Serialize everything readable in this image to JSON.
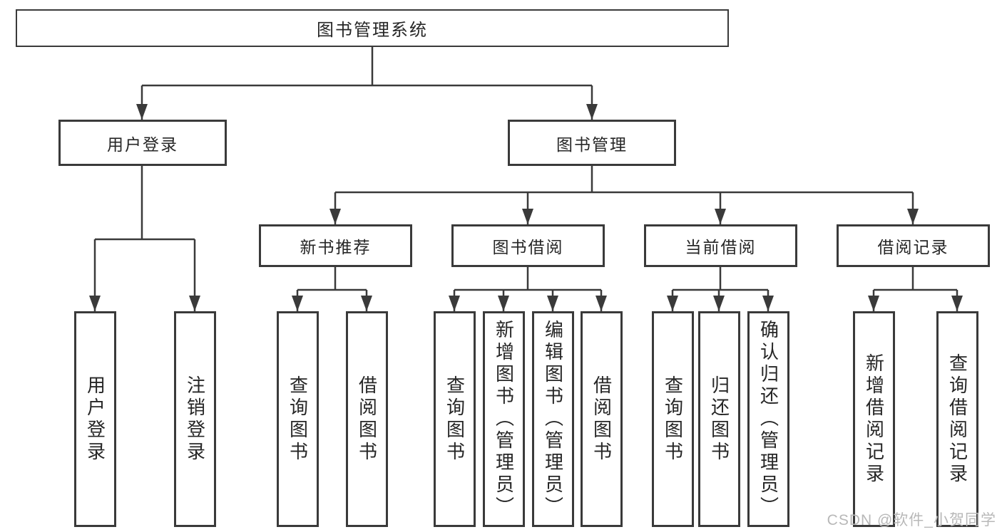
{
  "diagram": {
    "root": {
      "label": "图书管理系统"
    },
    "level2": {
      "user_login": {
        "label": "用户登录"
      },
      "book_mgmt": {
        "label": "图书管理"
      }
    },
    "level3": {
      "new_books": {
        "label": "新书推荐"
      },
      "book_borrow": {
        "label": "图书借阅"
      },
      "current_borrow": {
        "label": "当前借阅"
      },
      "borrow_records": {
        "label": "借阅记录"
      }
    },
    "leaves": {
      "login": "用户登录",
      "logout": "注销登录",
      "nb_query": "查询图书",
      "nb_borrow": "借阅图书",
      "bw_query": "查询图书",
      "bw_add": "新增图书（管理员）",
      "bw_edit": "编辑图书（管理员）",
      "bw_borrow": "借阅图书",
      "cur_query": "查询图书",
      "cur_return": "归还图书",
      "cur_confirm": "确认归还（管理员）",
      "rec_add": "新增借阅记录",
      "rec_query": "查询借阅记录"
    },
    "watermark": "CSDN @软件_小贺同学",
    "colors": {
      "line": "#3a3a3a",
      "text": "#262626",
      "watermark": "#b8b8b8",
      "background": "#ffffff"
    }
  }
}
